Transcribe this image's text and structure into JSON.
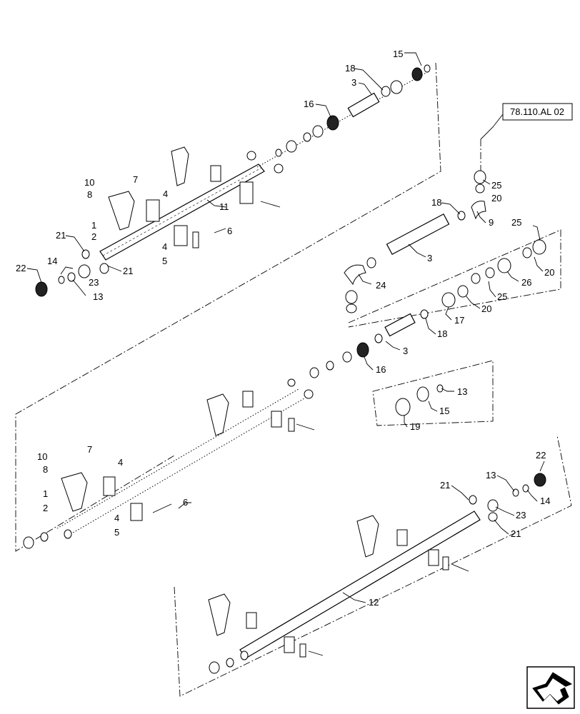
{
  "reference_box": {
    "label": "78.110.AL 02"
  },
  "callouts": {
    "c15_top": "15",
    "c18_top": "18",
    "c3_top": "3",
    "c16_top": "16",
    "c10_a": "10",
    "c7_a": "7",
    "c8_a": "8",
    "c4_a": "4",
    "c11": "11",
    "c1_a": "1",
    "c2_a": "2",
    "c6_a": "6",
    "c4_b": "4",
    "c5_a": "5",
    "c21_a": "21",
    "c22_a": "22",
    "c14_a": "14",
    "c23_a": "23",
    "c21_b": "21",
    "c13_a": "13",
    "c25_a": "25",
    "c20_a": "20",
    "c18_mid": "18",
    "c9": "9",
    "c3_mid": "3",
    "c25_b": "25",
    "c24": "24",
    "c20_b": "20",
    "c26": "26",
    "c25_c": "25",
    "c20_c": "20",
    "c17": "17",
    "c18_low": "18",
    "c3_low": "3",
    "c16_low": "16",
    "c13_b": "13",
    "c15_low": "15",
    "c19": "19",
    "c10_b": "10",
    "c7_b": "7",
    "c8_b": "8",
    "c4_c": "4",
    "c1_b": "1",
    "c2_b": "2",
    "c4_d": "4",
    "c6_b": "6",
    "c5_b": "5",
    "c22_b": "22",
    "c21_c": "21",
    "c13_c": "13",
    "c14_b": "14",
    "c23_b": "23",
    "c21_d": "21",
    "c12": "12"
  },
  "icons": {
    "corner_nav": "bent-arrow-icon"
  }
}
